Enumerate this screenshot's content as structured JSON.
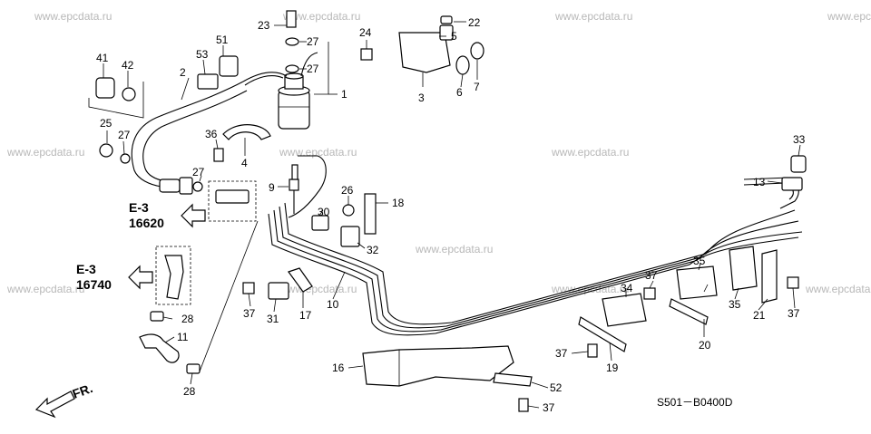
{
  "watermarks": [
    "www.epcdata.ru",
    "www.epcdata.ru",
    "www.epcdata.ru",
    "www.epcdata.ru",
    "www.epcdata.ru",
    "www.epcdata.ru",
    "www.epcdata.ru",
    "www.epcdata.ru",
    "www.epcdata.ru",
    "www.epcdata.ru",
    "www.epcdata.ru",
    "www.epc"
  ],
  "callouts": [
    "1",
    "2",
    "3",
    "4",
    "5",
    "6",
    "7",
    "9",
    "10",
    "11",
    "13",
    "16",
    "17",
    "18",
    "19",
    "20",
    "21",
    "22",
    "23",
    "24",
    "25",
    "26",
    "27",
    "27",
    "27",
    "27",
    "28",
    "28",
    "30",
    "31",
    "32",
    "33",
    "34",
    "35",
    "35",
    "36",
    "37",
    "37",
    "37",
    "37",
    "37",
    "41",
    "42",
    "51",
    "52",
    "53"
  ],
  "references": {
    "ref1_section": "E-3",
    "ref1_code": "16620",
    "ref2_section": "E-3",
    "ref2_code": "16740"
  },
  "front_label": "FR.",
  "diagram_code": "S501－B0400D"
}
